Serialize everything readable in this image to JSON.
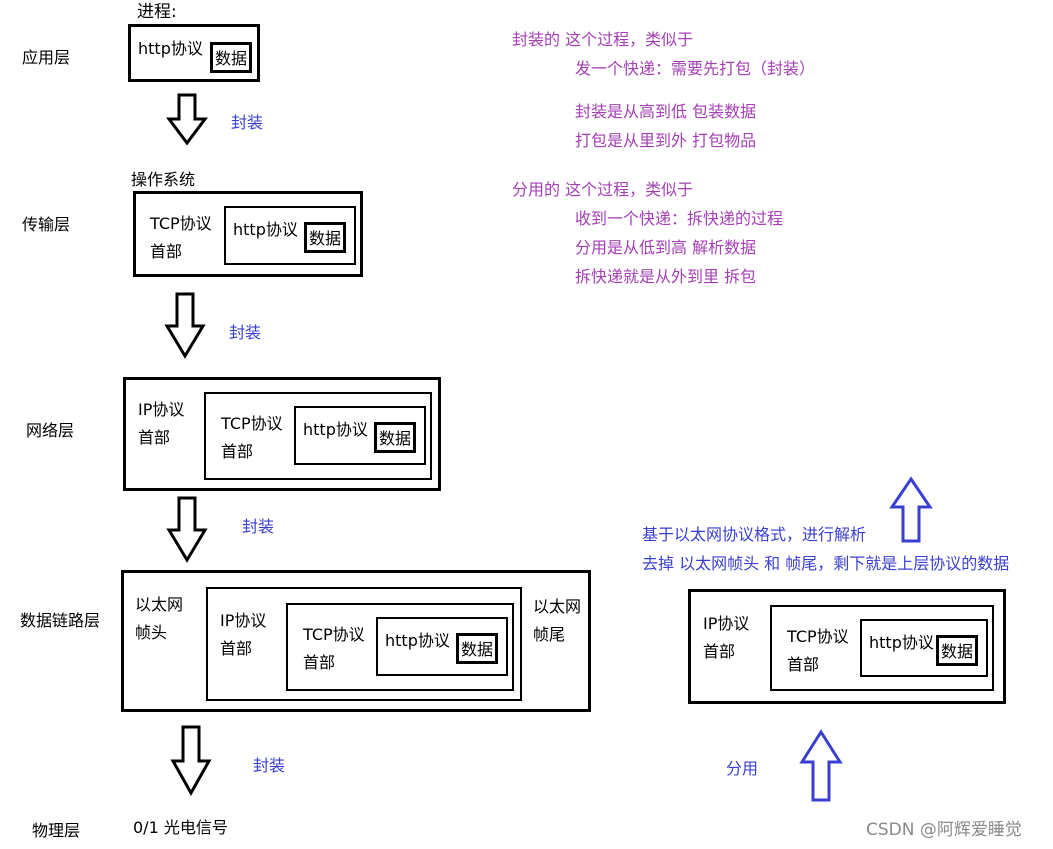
{
  "layers": {
    "application": "应用层",
    "transport": "传输层",
    "network": "网络层",
    "datalink": "数据链路层",
    "physical": "物理层"
  },
  "labels": {
    "process": "进程:",
    "os": "操作系统",
    "http": "http协议",
    "data": "数据",
    "tcp_line1": "TCP协议",
    "tcp_line2": "首部",
    "ip_line1": "IP协议",
    "ip_line2": "首部",
    "eth_head_line1": "以太网",
    "eth_head_line2": "帧头",
    "eth_tail_line1": "以太网",
    "eth_tail_line2": "帧尾",
    "physical_signal": "0/1 光电信号"
  },
  "arrows": {
    "encapsulate": "封装",
    "demux": "分用"
  },
  "notes": {
    "encap": [
      "封装的  这个过程，类似于",
      "发一个快递：需要先打包（封装）",
      "封装是从高到低   包装数据",
      "打包是从里到外   打包物品"
    ],
    "demux": [
      "分用的  这个过程，类似于",
      "收到一个快递：拆快递的过程",
      "分用是从低到高  解析数据",
      "拆快递就是从外到里    拆包"
    ],
    "parse": [
      "基于以太网协议格式，进行解析",
      "去掉 以太网帧头 和 帧尾，剩下就是上层协议的数据"
    ]
  },
  "watermark": "CSDN @阿辉爱睡觉",
  "colors": {
    "purple": "#a43fb4",
    "blue": "#3a3fd1",
    "watermark": "#8a8a8a"
  }
}
